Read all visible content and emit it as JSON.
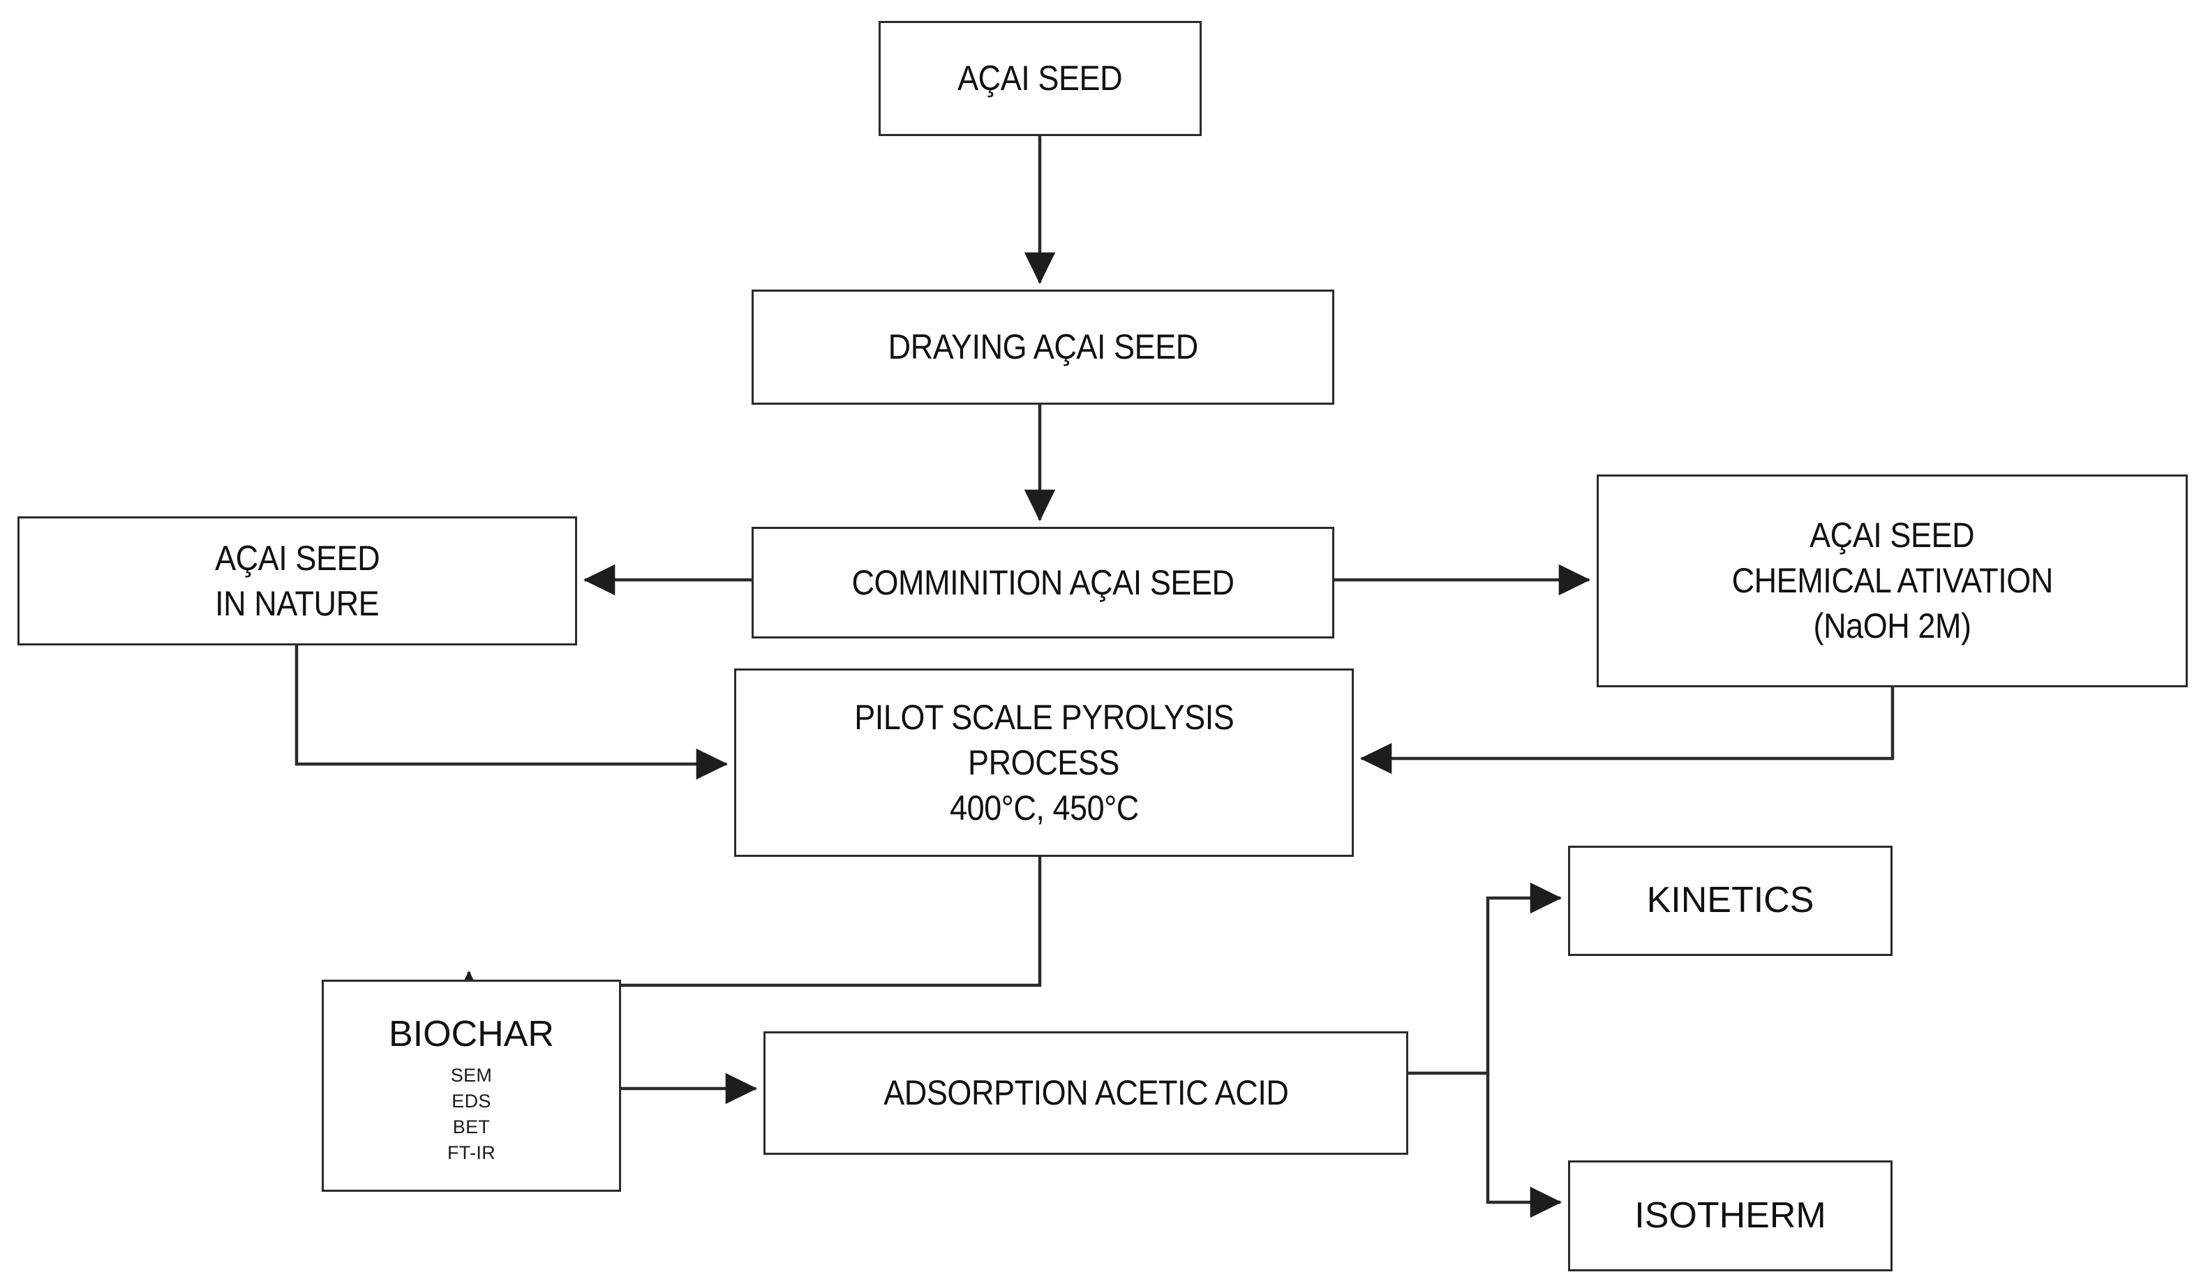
{
  "diagram": {
    "title": "Acai seed biochar production and acetic acid adsorption flowchart",
    "stroke_color": "#2b2b2b",
    "background_color": "#ffffff",
    "text_color": "#111111"
  },
  "nodes": {
    "acai_seed": {
      "lines": [
        "AÇAI SEED"
      ]
    },
    "draying": {
      "lines": [
        "DRAYING AÇAI SEED"
      ]
    },
    "comminition": {
      "lines": [
        "COMMINITION AÇAI SEED"
      ]
    },
    "in_nature": {
      "lines": [
        "AÇAI SEED",
        "IN NATURE"
      ]
    },
    "chemical_activation": {
      "lines": [
        "AÇAI SEED",
        "CHEMICAL ATIVATION",
        "(NaOH 2M)"
      ]
    },
    "pyrolysis": {
      "lines": [
        "PILOT SCALE PYROLYSIS",
        "PROCESS",
        "400°C, 450°C"
      ]
    },
    "biochar": {
      "title": "BIOCHAR",
      "analyses": [
        "SEM",
        "EDS",
        "BET",
        "FT-IR"
      ]
    },
    "adsorption": {
      "lines": [
        "ADSORPTION ACETIC ACID"
      ]
    },
    "kinetics": {
      "lines": [
        "KINETICS"
      ]
    },
    "isotherm": {
      "lines": [
        "ISOTHERM"
      ]
    }
  },
  "edges": [
    {
      "from": "acai_seed",
      "to": "draying",
      "style": "straight-down",
      "arrow": true
    },
    {
      "from": "draying",
      "to": "comminition",
      "style": "straight-down",
      "arrow": true
    },
    {
      "from": "comminition",
      "to": "in_nature",
      "style": "straight-left",
      "arrow": true
    },
    {
      "from": "comminition",
      "to": "chemical_activation",
      "style": "straight-right",
      "arrow": true
    },
    {
      "from": "in_nature",
      "to": "pyrolysis",
      "style": "elbow-down-right",
      "arrow": true
    },
    {
      "from": "chemical_activation",
      "to": "pyrolysis",
      "style": "elbow-down-left",
      "arrow": true
    },
    {
      "from": "pyrolysis",
      "to": "biochar",
      "style": "elbow-down-left-down",
      "arrow": true
    },
    {
      "from": "biochar",
      "to": "adsorption",
      "style": "straight-right",
      "arrow": true
    },
    {
      "from": "adsorption",
      "to": "kinetics",
      "style": "elbow-right-up",
      "arrow": true
    },
    {
      "from": "adsorption",
      "to": "isotherm",
      "style": "elbow-right-down",
      "arrow": true
    }
  ]
}
